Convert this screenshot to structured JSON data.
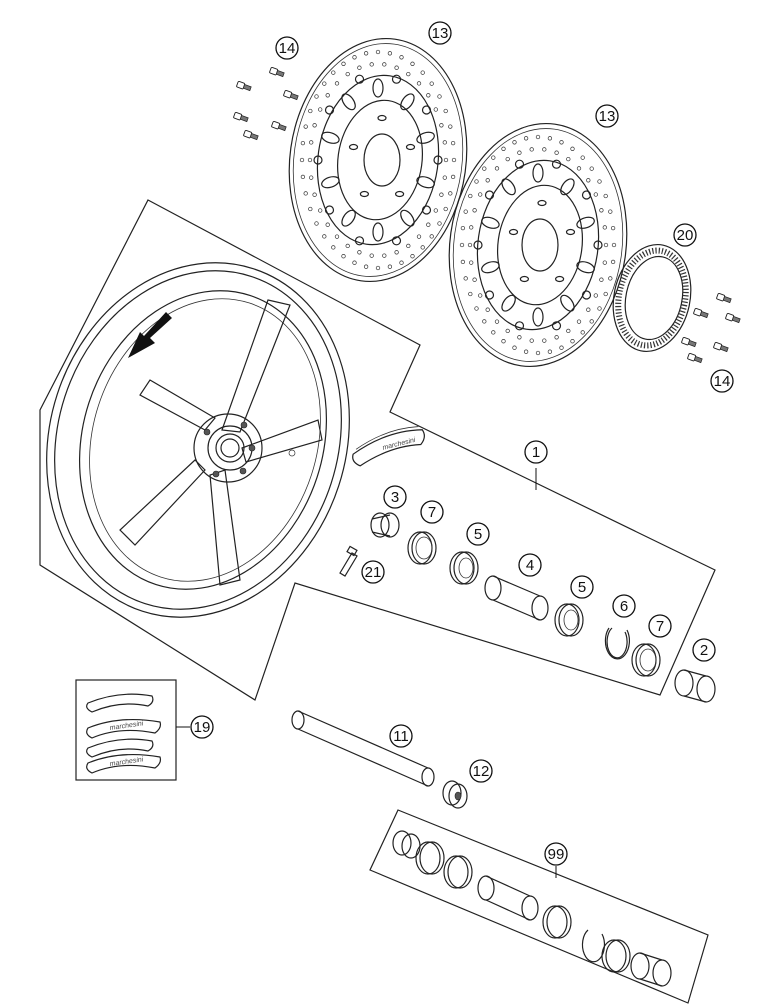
{
  "callouts": [
    {
      "id": "c13a",
      "label": "13"
    },
    {
      "id": "c14a",
      "label": "14"
    },
    {
      "id": "c13b",
      "label": "13"
    },
    {
      "id": "c20",
      "label": "20"
    },
    {
      "id": "c14b",
      "label": "14"
    },
    {
      "id": "c1",
      "label": "1"
    },
    {
      "id": "c3",
      "label": "3"
    },
    {
      "id": "c7a",
      "label": "7"
    },
    {
      "id": "c5a",
      "label": "5"
    },
    {
      "id": "c4",
      "label": "4"
    },
    {
      "id": "c5b",
      "label": "5"
    },
    {
      "id": "c6",
      "label": "6"
    },
    {
      "id": "c7b",
      "label": "7"
    },
    {
      "id": "c2",
      "label": "2"
    },
    {
      "id": "c21",
      "label": "21"
    },
    {
      "id": "c19",
      "label": "19"
    },
    {
      "id": "c11",
      "label": "11"
    },
    {
      "id": "c12",
      "label": "12"
    },
    {
      "id": "c99",
      "label": "99"
    }
  ],
  "decals": {
    "brand": "marchesini"
  },
  "colors": {
    "line": "#222222",
    "background": "#ffffff"
  }
}
